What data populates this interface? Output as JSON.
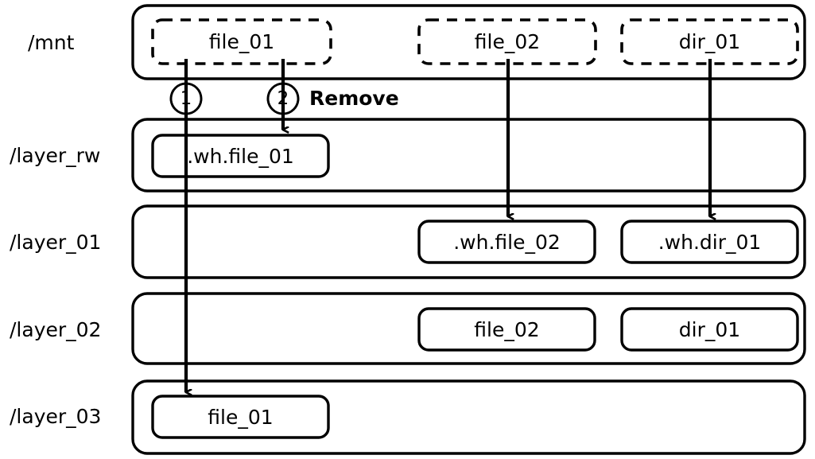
{
  "diagram": {
    "title": "OverlayFS whiteout remove operation across layers",
    "stroke_color": "#000000",
    "background_color": "#ffffff",
    "annotation": "Remove",
    "layers": [
      {
        "id": "mnt",
        "label": "/mnt",
        "nodes": [
          {
            "id": "mnt-file-01",
            "label": "file_01",
            "style": "dashed"
          },
          {
            "id": "mnt-file-02",
            "label": "file_02",
            "style": "dashed"
          },
          {
            "id": "mnt-dir-01",
            "label": "dir_01",
            "style": "dashed"
          }
        ]
      },
      {
        "id": "layer-rw",
        "label": "/layer_rw",
        "nodes": [
          {
            "id": "rw-wh-file-01",
            "label": ".wh.file_01",
            "style": "solid"
          }
        ]
      },
      {
        "id": "layer-01",
        "label": "/layer_01",
        "nodes": [
          {
            "id": "l01-wh-file-02",
            "label": ".wh.file_02",
            "style": "solid"
          },
          {
            "id": "l01-wh-dir-01",
            "label": ".wh.dir_01",
            "style": "solid"
          }
        ]
      },
      {
        "id": "layer-02",
        "label": "/layer_02",
        "nodes": [
          {
            "id": "l02-file-02",
            "label": "file_02",
            "style": "solid"
          },
          {
            "id": "l02-dir-01",
            "label": "dir_01",
            "style": "solid"
          }
        ]
      },
      {
        "id": "layer-03",
        "label": "/layer_03",
        "nodes": [
          {
            "id": "l03-file-01",
            "label": "file_01",
            "style": "solid"
          }
        ]
      }
    ],
    "markers": [
      {
        "id": "marker-1",
        "label": "1"
      },
      {
        "id": "marker-2",
        "label": "2"
      }
    ],
    "connectors": [
      {
        "id": "connector-file-01-to-layer-03",
        "from": "mnt-file-01",
        "to": "l03-file-01",
        "marker": "1"
      },
      {
        "id": "connector-file-01-to-wh",
        "from": "mnt-file-01",
        "to": "rw-wh-file-01",
        "marker": "2"
      },
      {
        "id": "connector-file-02-to-wh",
        "from": "mnt-file-02",
        "to": "l01-wh-file-02",
        "marker": null
      },
      {
        "id": "connector-dir-01-to-wh",
        "from": "mnt-dir-01",
        "to": "l01-wh-dir-01",
        "marker": null
      }
    ]
  }
}
